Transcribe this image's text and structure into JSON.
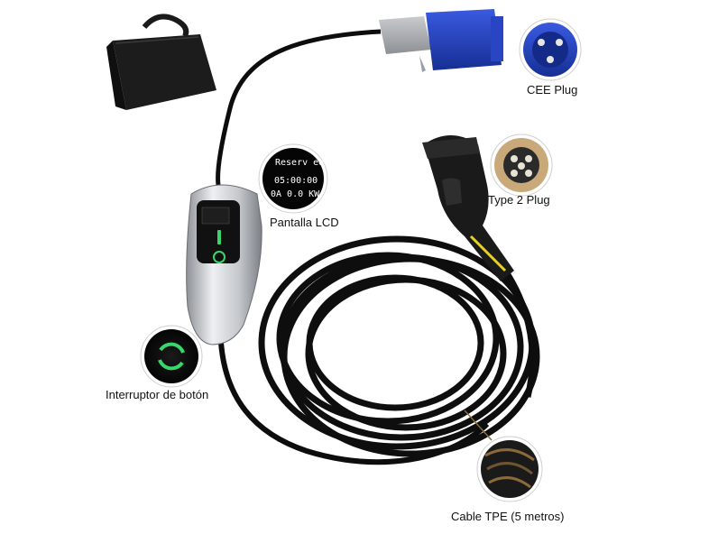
{
  "labels": {
    "cee_plug": "CEE Plug",
    "type2_plug": "Type 2 Plug",
    "lcd": "Pantalla LCD",
    "button": "Interruptor de botón",
    "cable": "Cable TPE (5 metros)"
  },
  "lcd_zoom": {
    "line1": "Reserv ed",
    "line2": "05:00:00",
    "line3": "0A  0.0  KW"
  },
  "colors": {
    "plug_blue": "#1f3fb8",
    "status_green": "#38d66b",
    "cable_black": "#0d0d0d",
    "housing_silver": "#cfd2d6",
    "accent_yellow": "#e8d21c"
  }
}
